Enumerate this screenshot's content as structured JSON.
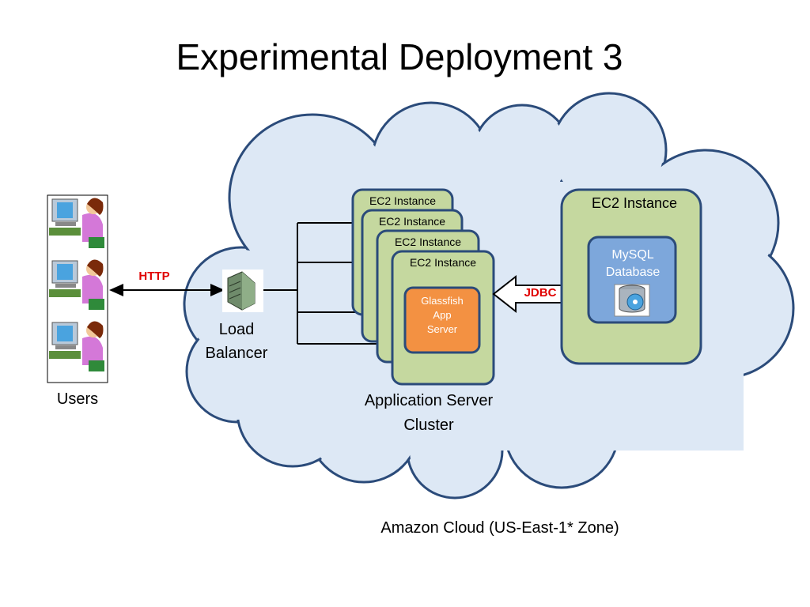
{
  "title": "Experimental Deployment 3",
  "users": {
    "label": "Users"
  },
  "protocol_http": "HTTP",
  "load_balancer": {
    "label": "Load Balancer",
    "line1": "Load",
    "line2": "Balancer"
  },
  "cluster": {
    "instances": [
      {
        "label": "EC2 Instance"
      },
      {
        "label": "EC2 Instance"
      },
      {
        "label": "EC2 Instance"
      },
      {
        "label": "EC2 Instance"
      }
    ],
    "app_server": {
      "line1": "Glassfish",
      "line2": "App",
      "line3": "Server"
    },
    "label_line1": "Application Server",
    "label_line2": "Cluster"
  },
  "protocol_jdbc": "JDBC",
  "db_instance": {
    "label": "EC2 Instance",
    "db": {
      "line1": "MySQL",
      "line2": "Database"
    }
  },
  "cloud_label": "Amazon Cloud (US-East-1* Zone)",
  "colors": {
    "cloud_fill": "#dde8f5",
    "cloud_stroke": "#2b4b7a",
    "instance_fill": "#c5d89f",
    "instance_stroke": "#2b4b7a",
    "app_server_fill": "#f39142",
    "db_fill": "#7da7db",
    "protocol_text": "#e00000"
  }
}
